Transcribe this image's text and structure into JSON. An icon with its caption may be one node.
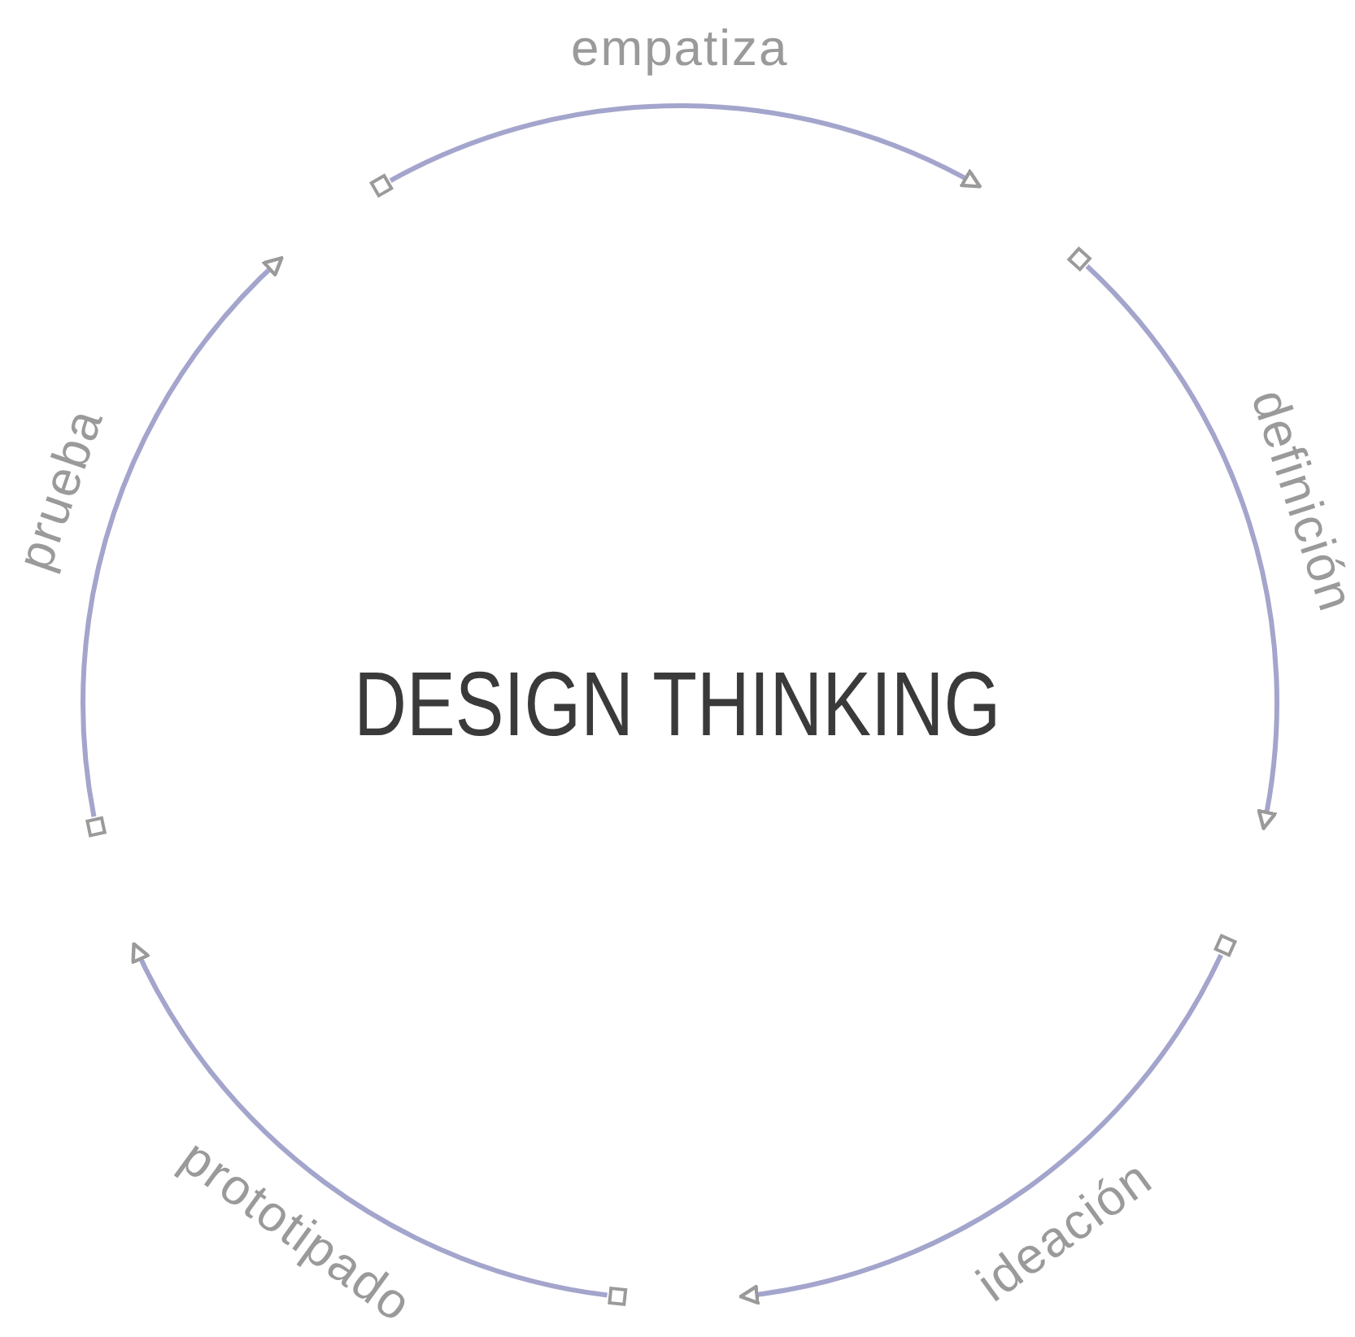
{
  "diagram": {
    "title": "DESIGN THINKING",
    "nodes": [
      {
        "text": [],
        "shape": "box"
      },
      {
        "text": [],
        "shape": "box"
      },
      {
        "text": [],
        "shape": "box"
      },
      {
        "text": [],
        "shape": "box"
      },
      {
        "text": [],
        "shape": "box"
      }
    ],
    "edges": [
      {
        "from": 0,
        "to": null,
        "arrow": "to",
        "label": "empatiza"
      },
      {
        "from": 1,
        "to": null,
        "arrow": "to",
        "label": "definición"
      },
      {
        "from": 2,
        "to": null,
        "arrow": "to",
        "label": "ideación"
      },
      {
        "from": 3,
        "to": null,
        "arrow": "to",
        "label": "prototipado"
      },
      {
        "from": 4,
        "to": null,
        "arrow": "to",
        "label": "prueba"
      }
    ]
  }
}
